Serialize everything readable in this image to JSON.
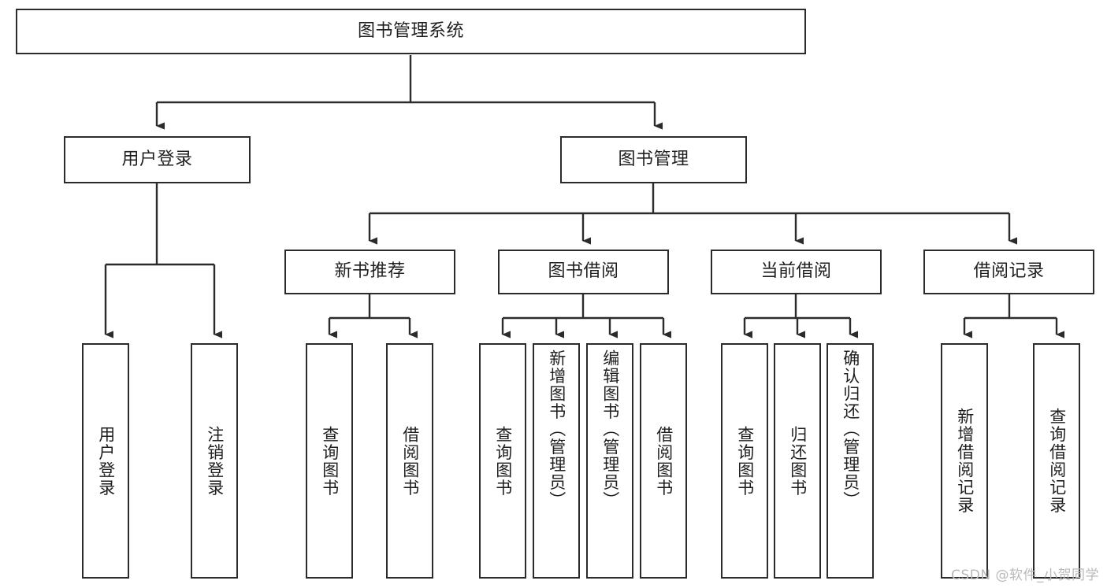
{
  "diagram": {
    "title": "图书管理系统",
    "watermark": "CSDN @软件_小贺同学",
    "stroke_color": "#2b2b2b",
    "fill_color": "#ffffff",
    "text_color": "#1f1f1f",
    "type": "tree-hierarchy"
  },
  "nodes": {
    "root": {
      "label": "图书管理系统"
    },
    "level2": [
      {
        "label": "用户登录"
      },
      {
        "label": "图书管理"
      }
    ],
    "level3": [
      {
        "label": "新书推荐"
      },
      {
        "label": "图书借阅"
      },
      {
        "label": "当前借阅"
      },
      {
        "label": "借阅记录"
      }
    ],
    "leaves": {
      "user_login": [
        {
          "label": "用户登录"
        },
        {
          "label": "注销登录"
        }
      ],
      "new_book_recommend": [
        {
          "label": "查询图书"
        },
        {
          "label": "借阅图书"
        }
      ],
      "book_borrow": [
        {
          "label": "查询图书"
        },
        {
          "label": "新增图书（管理员）"
        },
        {
          "label": "编辑图书（管理员）"
        },
        {
          "label": "借阅图书"
        }
      ],
      "current_borrow": [
        {
          "label": "查询图书"
        },
        {
          "label": "归还图书"
        },
        {
          "label": "确认归还（管理员）"
        }
      ],
      "borrow_record": [
        {
          "label": "新增借阅记录"
        },
        {
          "label": "查询借阅记录"
        }
      ]
    }
  }
}
